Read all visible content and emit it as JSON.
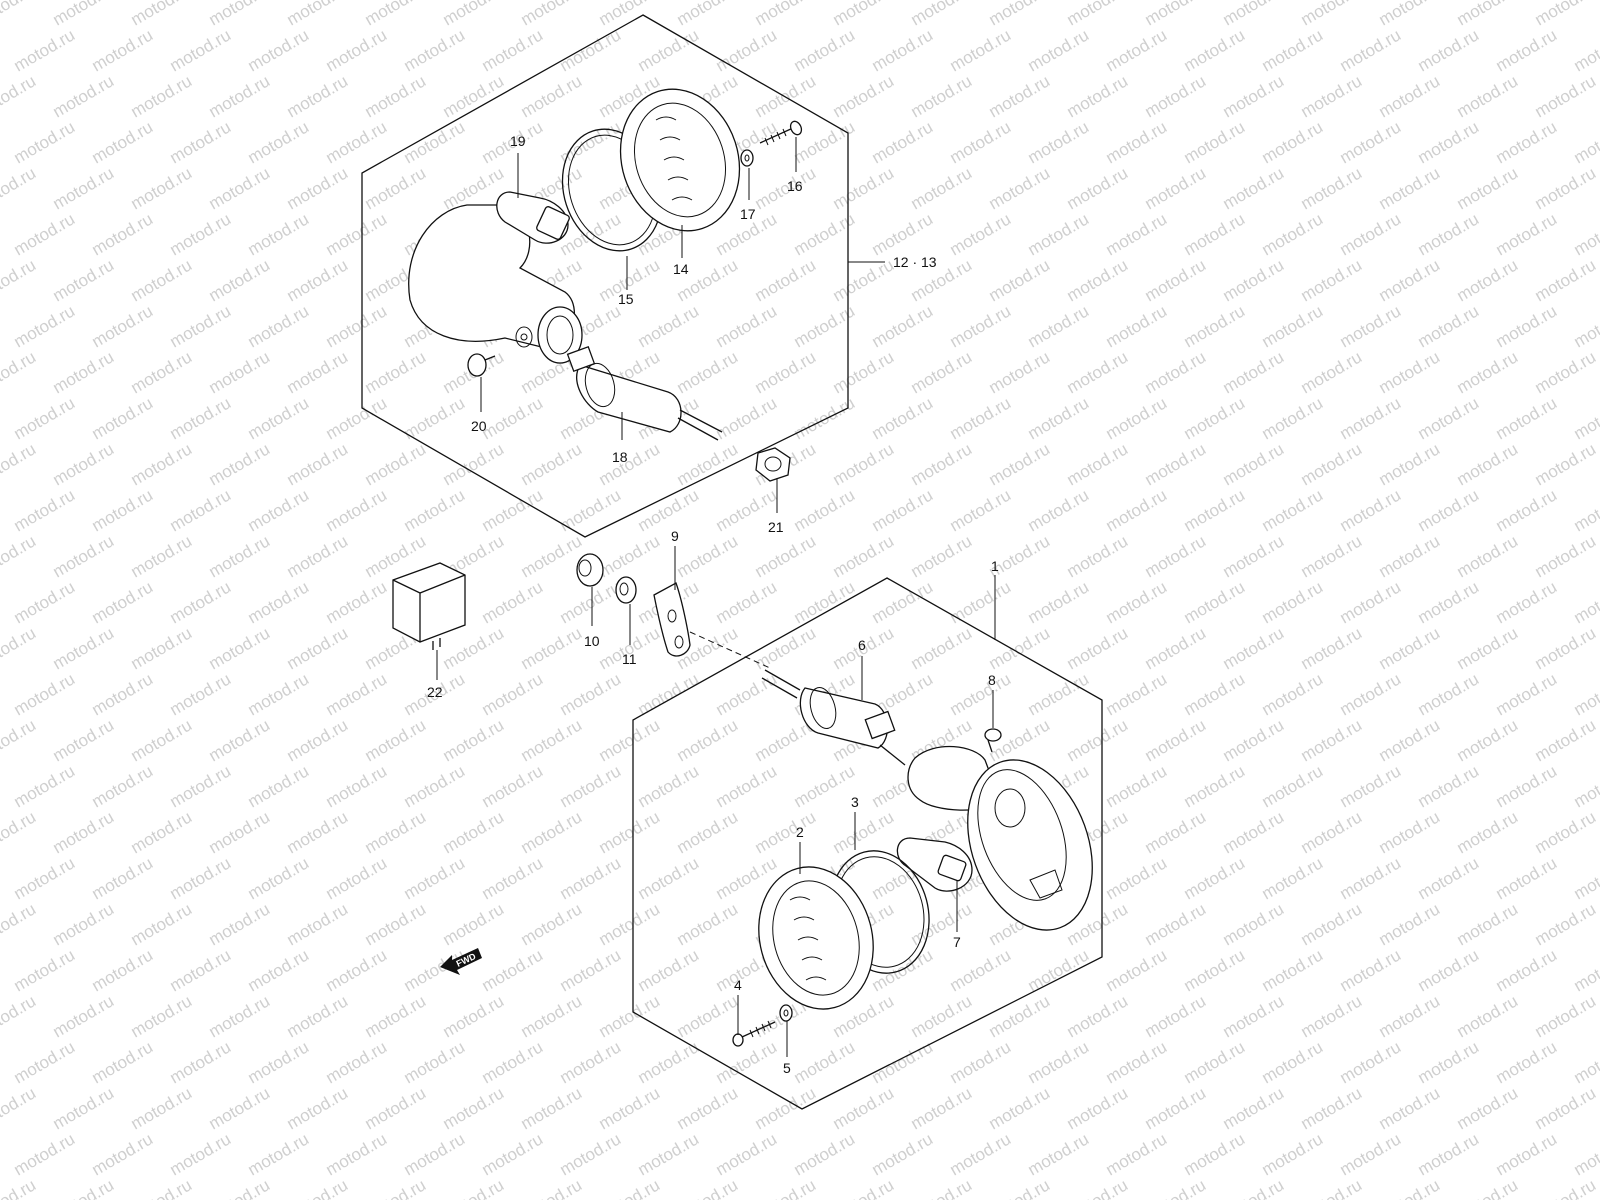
{
  "watermark": "motod.ru",
  "colors": {
    "line": "#111111",
    "watermark": "#cfcfcf",
    "background": "#ffffff"
  },
  "assembly_labels": {
    "rear_assembly": "12 · 13",
    "front_assembly": "1"
  },
  "parts": {
    "p2": "2",
    "p3": "3",
    "p4": "4",
    "p5": "5",
    "p6": "6",
    "p7": "7",
    "p8": "8",
    "p9": "9",
    "p10": "10",
    "p11": "11",
    "p14": "14",
    "p15": "15",
    "p16": "16",
    "p17": "17",
    "p18": "18",
    "p19": "19",
    "p20": "20",
    "p21": "21",
    "p22": "22"
  },
  "fwd_indicator": {
    "label": "FWD",
    "icon": "fwd-arrow-icon"
  }
}
